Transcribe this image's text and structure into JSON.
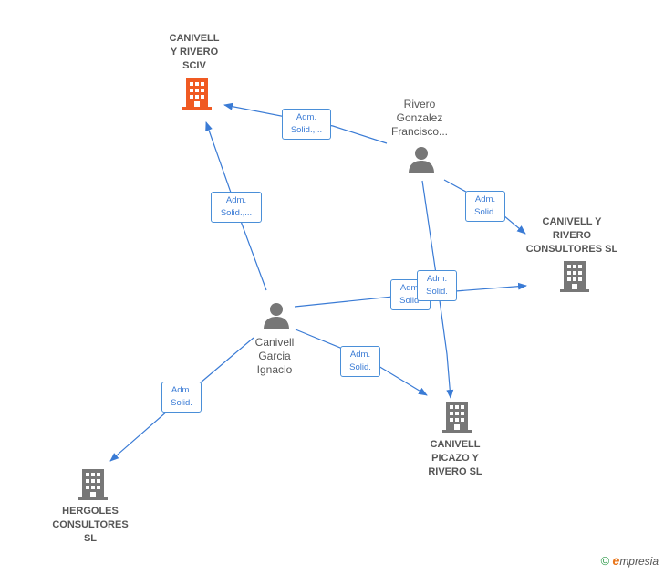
{
  "colors": {
    "edge": "#3a7bd5",
    "company_highlight": "#f05a22",
    "company": "#777777",
    "person": "#777777",
    "footer_brand": "#e8751a"
  },
  "companies": [
    {
      "id": "c1",
      "name_lines": [
        "CANIVELL",
        "Y RIVERO",
        "SCIV"
      ],
      "highlight": true,
      "icon": "building-icon"
    },
    {
      "id": "c2",
      "name_lines": [
        "CANIVELL Y",
        "RIVERO",
        "CONSULTORES SL"
      ],
      "highlight": false,
      "icon": "building-icon"
    },
    {
      "id": "c3",
      "name_lines": [
        "CANIVELL",
        "PICAZO Y",
        "RIVERO  SL"
      ],
      "highlight": false,
      "icon": "building-icon"
    },
    {
      "id": "c4",
      "name_lines": [
        "HERGOLES",
        "CONSULTORES",
        "SL"
      ],
      "highlight": false,
      "icon": "building-icon"
    }
  ],
  "persons": [
    {
      "id": "p1",
      "name_lines": [
        "Rivero",
        "Gonzalez",
        "Francisco..."
      ],
      "icon": "person-icon"
    },
    {
      "id": "p2",
      "name_lines": [
        "Canivell",
        "Garcia",
        "Ignacio"
      ],
      "icon": "person-icon"
    }
  ],
  "edges": [
    {
      "id": "e1",
      "from": "p1",
      "to": "c1",
      "label_lines": [
        "Adm.",
        "Solid.,..."
      ]
    },
    {
      "id": "e2",
      "from": "p1",
      "to": "c2",
      "label_lines": [
        "Adm.",
        "Solid."
      ]
    },
    {
      "id": "e3",
      "from": "p1",
      "to": "c3",
      "label_lines": [
        "Adm.",
        "Solid."
      ]
    },
    {
      "id": "e4",
      "from": "p2",
      "to": "c1",
      "label_lines": [
        "Adm.",
        "Solid.,..."
      ]
    },
    {
      "id": "e5",
      "from": "p2",
      "to": "c2",
      "label_lines": [
        "Adm.",
        "Solid."
      ]
    },
    {
      "id": "e6",
      "from": "p2",
      "to": "c3",
      "label_lines": [
        "Adm.",
        "Solid."
      ]
    },
    {
      "id": "e7",
      "from": "p2",
      "to": "c4",
      "label_lines": [
        "Adm.",
        "Solid."
      ]
    }
  ],
  "footer": {
    "copyright_symbol": "©",
    "brand_first": "e",
    "brand_rest": "mpresia"
  }
}
